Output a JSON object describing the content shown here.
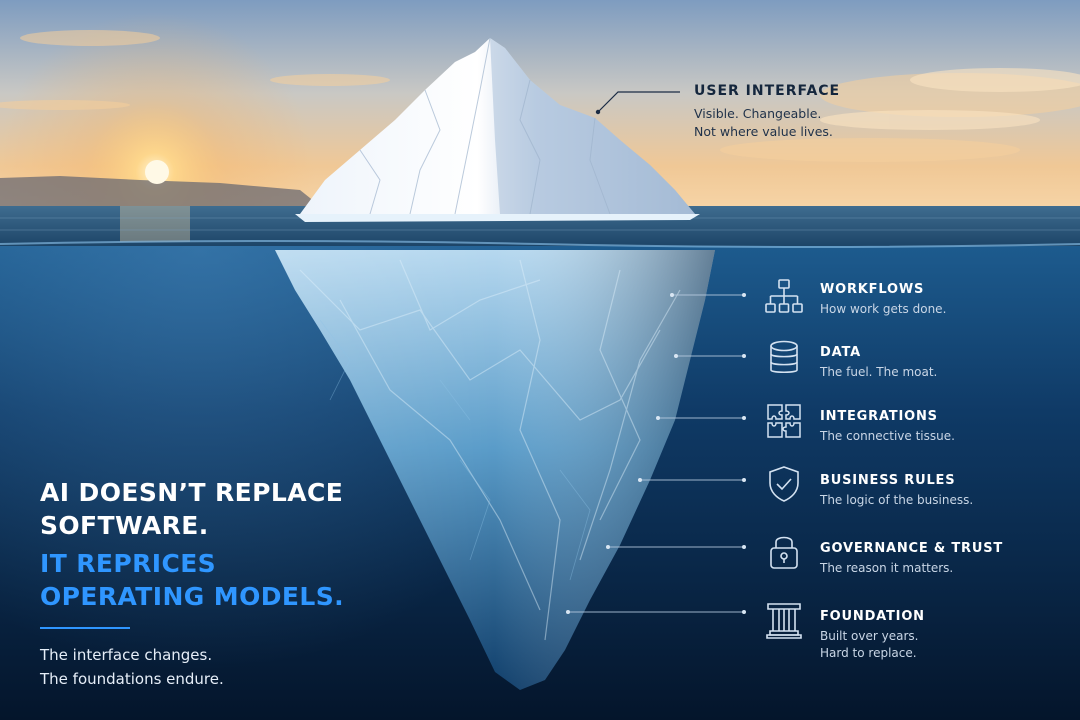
{
  "surface": {
    "title": "USER INTERFACE",
    "lines": [
      "Visible. Changeable.",
      "Not where value lives."
    ]
  },
  "layers": [
    {
      "title": "WORKFLOWS",
      "lines": [
        "How work gets done."
      ],
      "icon": "workflow-icon"
    },
    {
      "title": "DATA",
      "lines": [
        "The fuel. The moat."
      ],
      "icon": "database-icon"
    },
    {
      "title": "INTEGRATIONS",
      "lines": [
        "The connective tissue."
      ],
      "icon": "puzzle-icon"
    },
    {
      "title": "BUSINESS RULES",
      "lines": [
        "The logic of the business."
      ],
      "icon": "shield-check-icon"
    },
    {
      "title": "GOVERNANCE & TRUST",
      "lines": [
        "The reason it matters."
      ],
      "icon": "padlock-icon"
    },
    {
      "title": "FOUNDATION",
      "lines": [
        "Built over years.",
        "Hard to replace."
      ],
      "icon": "pillar-icon"
    }
  ],
  "headline": {
    "line1": "AI DOESN’T REPLACE",
    "line2": "SOFTWARE.",
    "line3": "IT REPRICES",
    "line4": "OPERATING MODELS."
  },
  "tagline": {
    "line1": "The interface changes.",
    "line2": "The foundations endure."
  },
  "colors": {
    "accent": "#2f96ff",
    "deep_water": "#061d38",
    "sky_warm": "#f3c48a"
  }
}
